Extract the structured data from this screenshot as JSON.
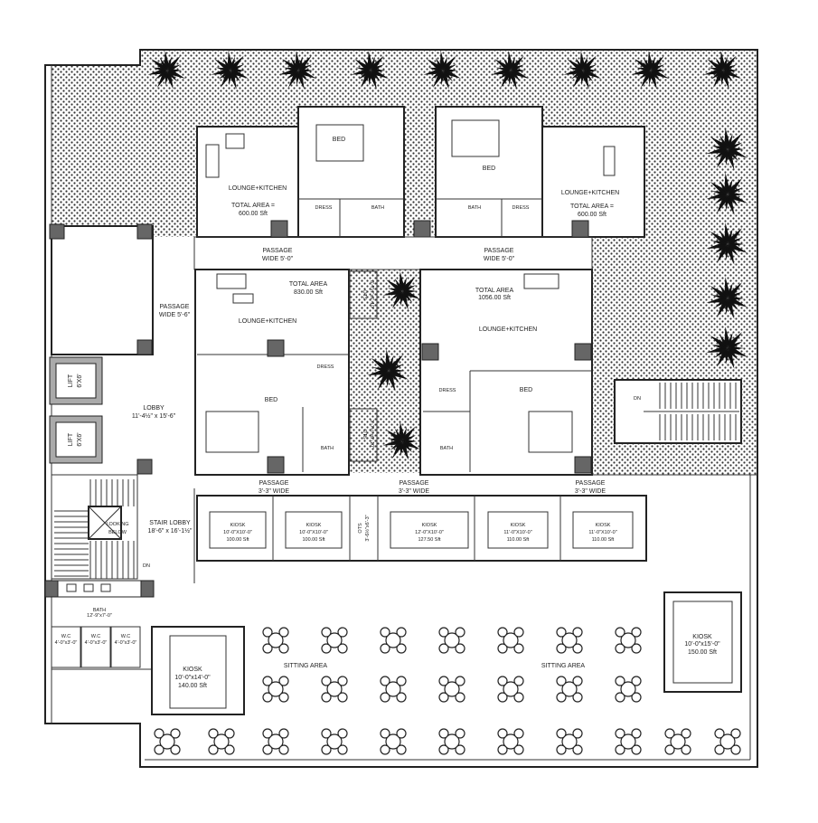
{
  "title": "Floor Plan",
  "units": {
    "a": {
      "lounge": "LOUNGE+KITCHEN",
      "area_label": "TOTAL AREA =",
      "area": "600.00 Sft",
      "bed": "BED",
      "dress": "DRESS",
      "bath": "BATH"
    },
    "b": {
      "lounge": "LOUNGE+KITCHEN",
      "area_label": "TOTAL AREA =",
      "area": "600.00 Sft",
      "bed": "BED",
      "dress": "DRESS",
      "bath": "BATH"
    },
    "c": {
      "lounge": "LOUNGE+KITCHEN",
      "area_label": "TOTAL AREA",
      "area": "830.00 Sft",
      "bed": "BED",
      "dress": "DRESS",
      "bath": "BATH"
    },
    "d": {
      "lounge": "LOUNGE+KITCHEN",
      "area_label": "TOTAL AREA",
      "area": "1056.00 Sft",
      "bed": "BED",
      "dress": "DRESS",
      "bath": "BATH"
    }
  },
  "passages": {
    "top_left": {
      "name": "PASSAGE",
      "size": "WIDE 5'-0\""
    },
    "top_right": {
      "name": "PASSAGE",
      "size": "WIDE 5'-0\""
    },
    "left": {
      "name": "PASSAGE",
      "size": "WIDE 5'-6\""
    },
    "kiosk_1": {
      "name": "PASSAGE",
      "size": "3'-3\" WIDE"
    },
    "kiosk_2": {
      "name": "PASSAGE",
      "size": "3'-3\" WIDE"
    },
    "kiosk_3": {
      "name": "PASSAGE",
      "size": "3'-3\" WIDE"
    }
  },
  "ots": {
    "label": "OTS",
    "size": "3'-7½\"x6'-10\"",
    "size2": "3'-6½\"x6'-3\""
  },
  "lifts": [
    {
      "label": "LIFT",
      "size": "6'X6'"
    },
    {
      "label": "LIFT",
      "size": "6'X6'"
    }
  ],
  "lobby": {
    "name": "LOBBY",
    "size": "11'-4½\" x 15'-6\""
  },
  "stair_lobby": {
    "name": "STAIR LOBBY",
    "size": "18'-6\" x 16'-1½\""
  },
  "looking_below": [
    "LOOKING",
    "BELOW"
  ],
  "dn": "DN",
  "kiosks": [
    {
      "name": "KIOSK",
      "size": "10'-0\"X10'-0\"",
      "area": "100.00 Sft"
    },
    {
      "name": "KIOSK",
      "size": "10'-0\"X10'-0\"",
      "area": "100.00 Sft"
    },
    {
      "name": "KIOSK",
      "size": "12'-0\"X10'-0\"",
      "area": "127.50 Sft"
    },
    {
      "name": "KIOSK",
      "size": "11'-0\"X10'-0\"",
      "area": "110.00 Sft"
    },
    {
      "name": "KIOSK",
      "size": "11'-0\"X10'-0\"",
      "area": "110.00 Sft"
    }
  ],
  "kiosk_left": {
    "name": "KIOSK",
    "size": "10'-0\"x14'-0\"",
    "area": "140.00 Sft"
  },
  "kiosk_right": {
    "name": "KIOSK",
    "size": "10'-0\"x15'-0\"",
    "area": "150.00 Sft"
  },
  "toilets": {
    "bath": "BATH",
    "bath_size": "12'-9\"x7'-0\"",
    "wc": "W.C",
    "wc_size": "4'-0\"x3'-0\""
  },
  "sitting": [
    "SITTING AREA",
    "SITTING AREA"
  ]
}
